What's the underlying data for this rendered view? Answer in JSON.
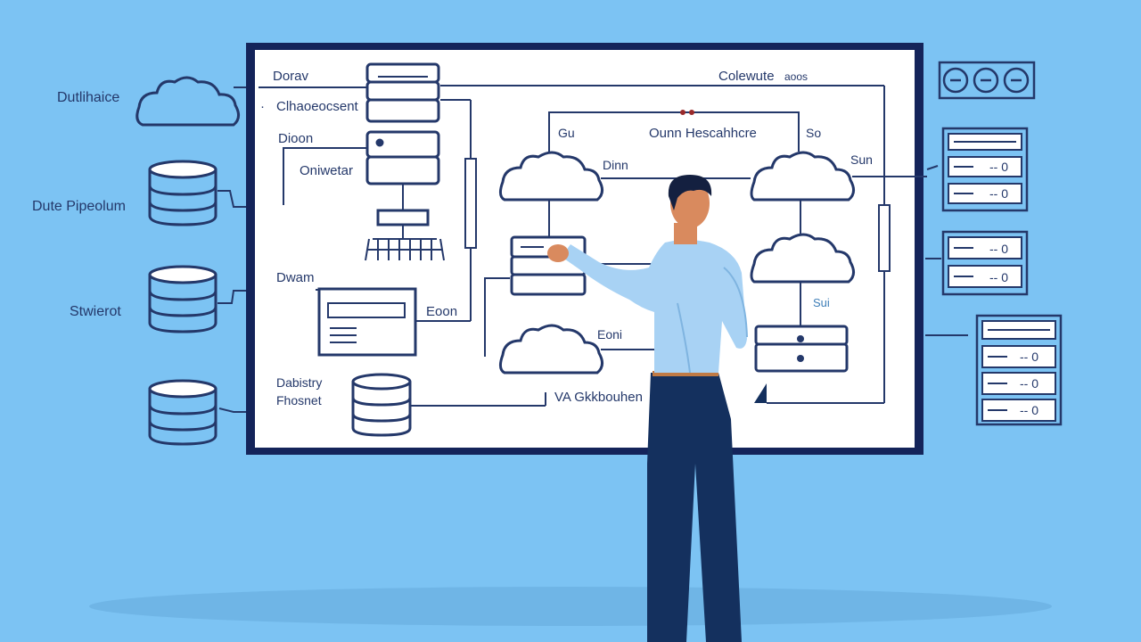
{
  "outside_labels": {
    "cloud": "Dutlihaice",
    "db1": "Dute Pipeolum",
    "db2": "Stwierot"
  },
  "board": {
    "labels": {
      "dorav": "Dorav",
      "cloud_head": "Clhaoeocsent",
      "dioon": "Dioon",
      "oniwetar": "Oniwetar",
      "dwam": "Dwam",
      "eoon": "Eoon",
      "dalbistry": "Dabistry",
      "fhosnet": "Fhosnet",
      "colewute": "Colewute",
      "aoos": "aoos",
      "cluster_title": "Ounn Hescahhcre",
      "cluster_left": "Gu",
      "cluster_right": "So",
      "dinn": "Dinn",
      "sun": "Sun",
      "eoni": "Eoni",
      "sui": "Sui",
      "bottom_line": "VA Gkkbouhen"
    }
  },
  "server_rows": {
    "s1": [
      "-- 0",
      "-- 0"
    ],
    "s2": [
      "-- 0",
      "-- 0"
    ],
    "s3": [
      "-- 0",
      "-- 0",
      "-- 0"
    ]
  },
  "colors": {
    "background": "#7cc3f3",
    "board_frame": "#14245a",
    "board_fill": "#ffffff",
    "line_dark": "#24386a",
    "shirt": "#a8d2f4",
    "pants": "#14305e",
    "hair": "#142040",
    "skin": "#d98a5e"
  }
}
